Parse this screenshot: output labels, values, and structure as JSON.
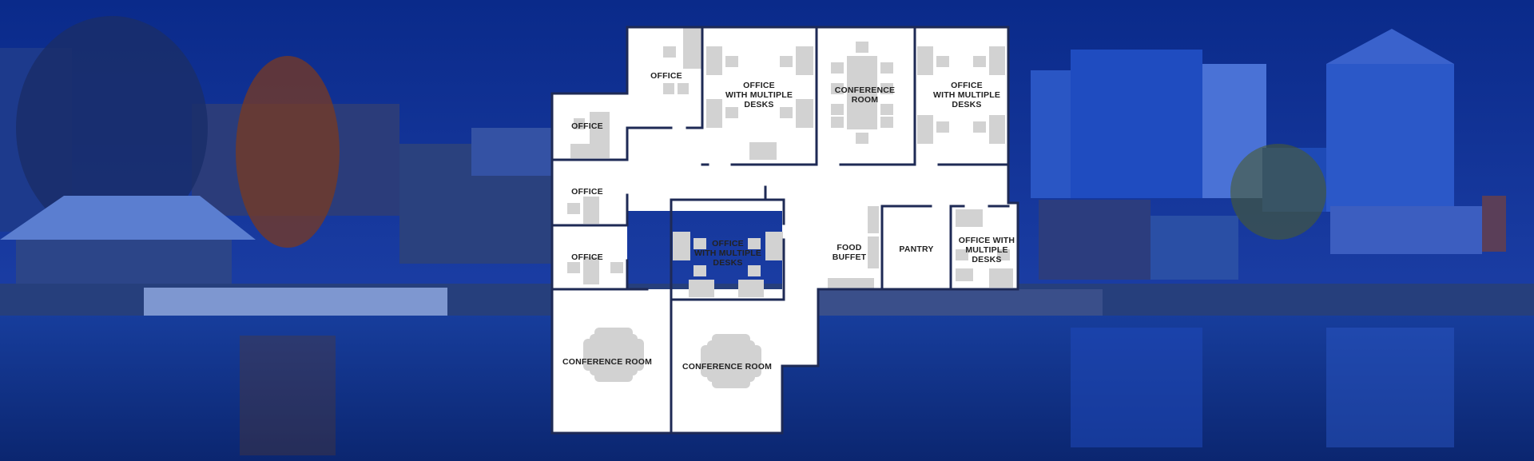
{
  "background": {
    "sky_top": "#0a2a8a",
    "sky_bottom": "#1d3fa8",
    "water_color": "#0e2f86",
    "tint": "#1b3b9e"
  },
  "floor_plan": {
    "wall_color": "#1e2a55",
    "furniture_color": "#d2d2d2",
    "floor_color": "#ffffff",
    "rooms": [
      {
        "id": "office-top",
        "label": "OFFICE"
      },
      {
        "id": "office-multi-1",
        "label": "OFFICE\nWITH MULTIPLE\nDESKS"
      },
      {
        "id": "conference-top",
        "label": "CONFERENCE\nROOM"
      },
      {
        "id": "office-multi-2",
        "label": "OFFICE\nWITH MULTIPLE\nDESKS"
      },
      {
        "id": "office-left-1",
        "label": "OFFICE"
      },
      {
        "id": "office-left-2",
        "label": "OFFICE"
      },
      {
        "id": "office-left-3",
        "label": "OFFICE"
      },
      {
        "id": "office-multi-center",
        "label": "OFFICE\nWITH MULTIPLE\nDESKS"
      },
      {
        "id": "food-buffet",
        "label": "FOOD\nBUFFET"
      },
      {
        "id": "pantry",
        "label": "PANTRY"
      },
      {
        "id": "office-multi-right",
        "label": "OFFICE WITH\nMULTIPLE\nDESKS"
      },
      {
        "id": "conference-left",
        "label": "CONFERENCE ROOM"
      },
      {
        "id": "conference-center",
        "label": "CONFERENCE ROOM"
      }
    ]
  }
}
